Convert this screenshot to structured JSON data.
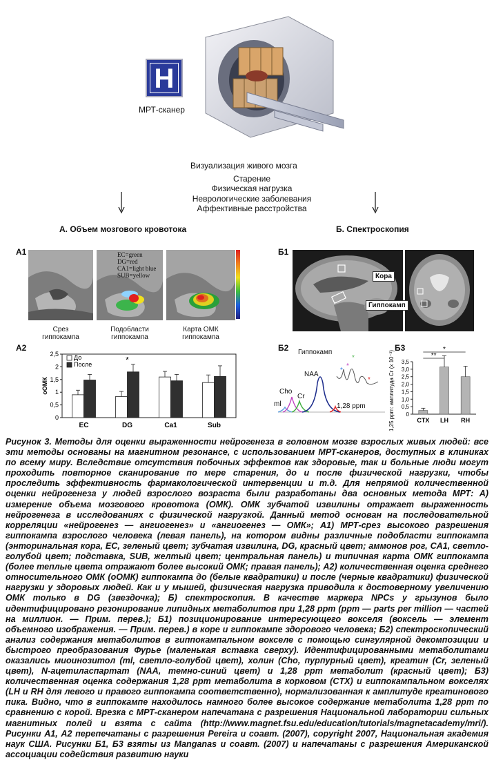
{
  "top": {
    "hospital_sign": "H",
    "scanner_label": "МРТ-сканер",
    "visualization": "Визуализация живого мозга",
    "factors": [
      "Старение",
      "Физическая нагрузка",
      "Неврологические заболевания",
      "Аффективные расстройства"
    ],
    "branch_a": "А. Объем мозгового кровотока",
    "branch_b": "Б. Спектроскопия"
  },
  "panel_a1": {
    "label": "А1",
    "overlay_legend": [
      "EC=green",
      "DG=red",
      "CA1=light blue",
      "SUB=yellow"
    ],
    "captions": [
      [
        "Срез",
        "гиппокампа"
      ],
      [
        "Подобласти",
        "гиппокампа"
      ],
      [
        "Карта ОМК",
        "гиппокампа"
      ]
    ],
    "colors": {
      "ec": "#3cb44b",
      "dg": "#e02020",
      "ca1": "#8fd3ff",
      "sub": "#f0e020"
    }
  },
  "panel_b1": {
    "label": "Б1",
    "tag_cortex": "Кора",
    "tag_hippocampus": "Гиппокамп"
  },
  "panel_b2": {
    "label": "Б2",
    "hippocampus": "Гиппокамп",
    "peaks": [
      "NAA",
      "Cho",
      "Cr",
      "ml"
    ],
    "ppm": "1,28 ppm",
    "colors": {
      "naa": "#1a2a8a",
      "cho": "#c040c0",
      "cr": "#40b040",
      "ml": "#60a0e0",
      "ppm": "#e02020"
    }
  },
  "chart_a2_label": "А2",
  "chart_b3_label": "Б3",
  "chart_data": [
    {
      "type": "bar",
      "categories": [
        "EC",
        "DG",
        "Ca1",
        "Sub"
      ],
      "series": [
        {
          "name": "До",
          "values": [
            0.9,
            0.83,
            1.6,
            1.38
          ],
          "errors": [
            0.18,
            0.2,
            0.22,
            0.3
          ],
          "color": "#ffffff"
        },
        {
          "name": "После",
          "values": [
            1.48,
            1.8,
            1.45,
            1.62
          ],
          "errors": [
            0.22,
            0.3,
            0.25,
            0.42
          ],
          "color": "#303030"
        }
      ],
      "ylabel": "оОМК",
      "ylim": [
        0,
        2.5
      ],
      "yticks": [
        "0",
        "0,5",
        "1",
        "1,5",
        "2",
        "2,5"
      ],
      "significance": [
        {
          "category": "DG",
          "mark": "*"
        }
      ],
      "legend": "top-left"
    },
    {
      "type": "bar",
      "categories": [
        "CTX",
        "LH",
        "RH"
      ],
      "values": [
        0.25,
        3.15,
        2.5
      ],
      "errors": [
        0.15,
        0.75,
        0.7
      ],
      "ylabel": "1,25 ppm: амплитуда Cr (x 10⁻³)",
      "ylim": [
        0,
        3.5
      ],
      "yticks": [
        "0",
        "0,5",
        "1,0",
        "1,5",
        "2,0",
        "2,5",
        "3,0",
        "3,5"
      ],
      "significance": [
        {
          "pair": [
            "CTX",
            "LH"
          ],
          "mark": "**"
        },
        {
          "pair": [
            "CTX",
            "RH"
          ],
          "mark": "*"
        }
      ]
    }
  ],
  "caption_text": "Рисунок 3. Методы для оценки выраженности нейрогенеза в головном мозге взрослых живых людей: все эти методы основаны на магнитном резонансе, с использованием МРТ-сканеров, доступных в клиниках по всему миру. Вследствие отсутствия побочных эффектов как здоровые, так и больные люди могут проходить повторное сканирование по мере старения, до и после физической нагрузки, чтобы проследить эффективность фармакологической интервенции и т.д. Для непрямой количественной оценки нейрогенеза у людей взрослого возраста были разработаны два основных метода МРТ: А) измерение объема мозгового кровотока (ОМК). ОМК зубчатой извилины отражает выраженность нейрогенеза в исследованиях с физической нагрузкой. Данный метод основан на последовательной корреляции «нейрогенез — ангиогенез» и «ангиогенез — ОМК»; А1) МРТ-срез высокого разрешения гиппокампа взрослого человека (левая панель), на котором видны различные подобласти гиппокампа (энторинальная кора, EC, зеленый цвет; зубчатая извилина, DG, красный цвет; аммонов рог, CA1, светло-голубой цвет; подставка, SUB, желтый цвет; центральная панель) и типичная карта ОМК гиппокампа (более теплые цвета отражают более высокий ОМК; правая панель); А2) количественная оценка среднего относительного ОМК (оОМК) гиппокампа до (белые квадратики) и после (черные квадратики) физической нагрузки у здоровых людей. Как и у мышей, физическая нагрузка приводила к достоверному увеличению ОМК только в DG (звездочка); Б) спектроскопия. В качестве маркера NPCs у грызунов было идентифицировано резонирование липидных метаболитов при 1,28 ppm (ppm — parts per million — частей на миллион. — Прим. перев.); Б1) позиционирование интересующего вокселя (воксель — элемент объемного изображения. — Прим. перев.) в коре и гиппокампе здорового человека; Б2) спектроскопический анализ содержания метаболитов в гиппокампальном вокселе с помощью сингулярной декомпозиции и быстрого преобразования Фурье (маленькая вставка сверху). Идентифицированными метаболитами оказались миоинозитол (ml, светло-голубой цвет), холин (Cho, пурпурный цвет), креатин (Cr, зеленый цвет), N-ацетиласпартат (NAA, темно-синий цвет) и 1,28 ppm метаболит (красный цвет); Б3) количественная оценка содержания 1,28 ppm метаболита в корковом (CTX) и гиппокампальном вокселях (LH и RH для левого и правого гиппокампа соответственно), нормализованная к амплитуде креатинового пика. Видно, что в гиппокампе находилось намного более высокое содержание метаболита 1,28 ppm по сравнению с корой. Врезка с МРТ-сканером напечатана с разрешения Национальной лаборатории сильных магнитных полей и взята с сайта (http://www.magnet.fsu.edu/education/tutorials/magnetacademy/mri/). Рисунки А1, А2 перепечатаны с разрешения Pereira и соавт. (2007), copyright 2007, Национальная академия наук США. Рисунки Б1, Б3 взяты из Manganas и соавт. (2007) и напечатаны с разрешения Американской ассоциации содействия развитию науки"
}
